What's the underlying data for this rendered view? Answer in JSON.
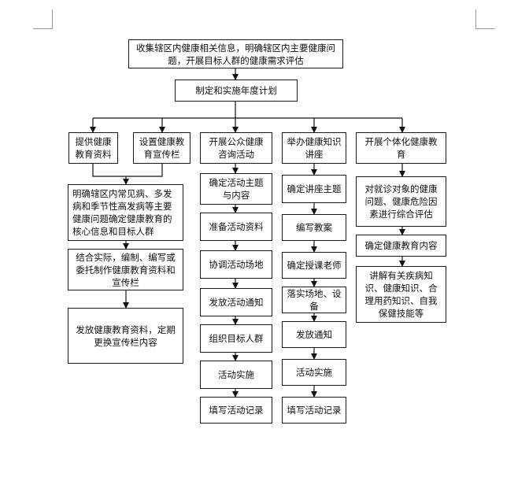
{
  "nodes": {
    "n1": "收集辖区内健康相关信息，明确辖区内主要健康问题，开展目标人群的健康需求评估",
    "n2": "制定和实施年度计划",
    "c1a": "提供健康教育资料",
    "c1b": "设置健康教育宣传栏",
    "c1s1": "明确辖区内常见病、多发病和季节性高发病等主要健康问题确定健康教育的核心信息和目标人群",
    "c1s2": "结合实际，编制、编写或委托制作健康教育资料和宣传栏",
    "c1s3": "发放健康教育资料，定期更换宣传栏内容",
    "c2": "开展公众健康咨询活动",
    "c2s1": "确定活动主题与内容",
    "c2s2": "准备活动资料",
    "c2s3": "协调活动场地",
    "c2s4": "发放活动通知",
    "c2s5": "组织目标人群",
    "c2s6": "活动实施",
    "c2s7": "填写活动记录",
    "c3": "举办健康知识讲座",
    "c3s1": "确定讲座主题",
    "c3s2": "编写教案",
    "c3s3": "确定授课老师",
    "c3s4": "落实场地、设备",
    "c3s5": "发放通知",
    "c3s6": "活动实施",
    "c3s7": "填写活动记录",
    "c4": "开展个体化健康教育",
    "c4s1": "对就诊对象的健康问题、健康危险因素进行综合评估",
    "c4s2": "确定健康教育内容",
    "c4s3": "讲解有关疾病知识、健康知识、合理用药知识、自我保健技能等"
  }
}
